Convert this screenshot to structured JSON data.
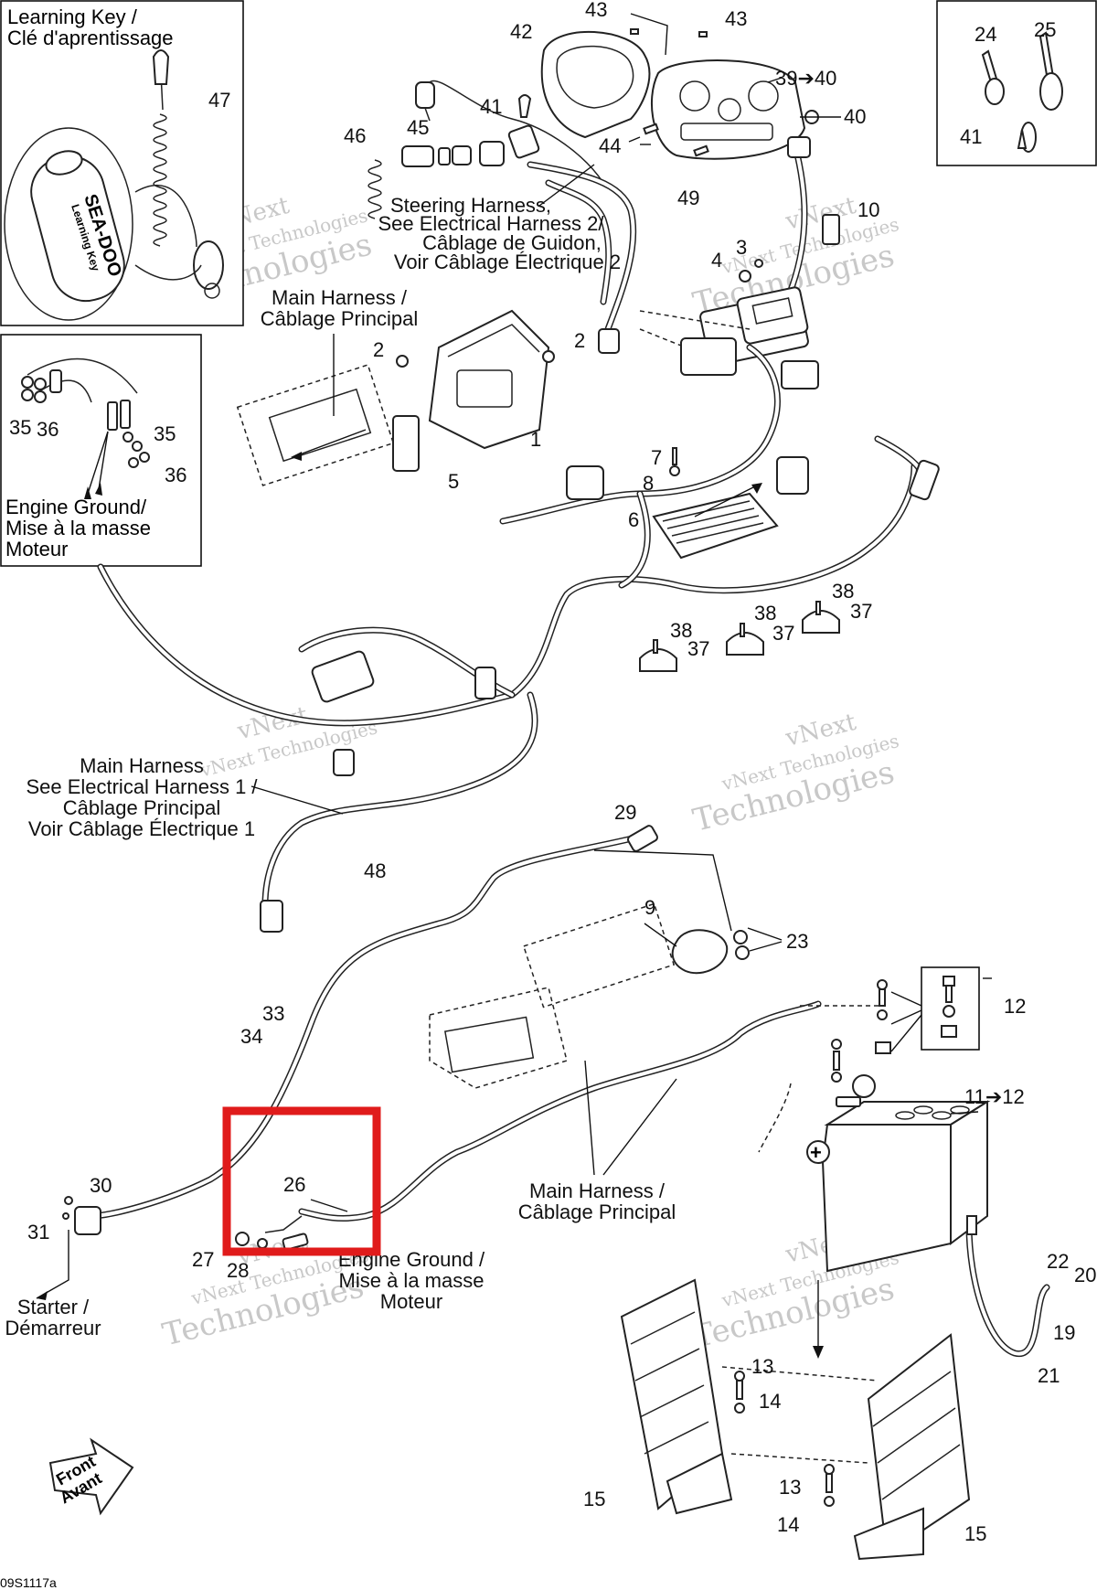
{
  "drawing_code": "09S1117a",
  "colors": {
    "highlight": "#e01b1b",
    "ink": "#111111",
    "watermark": "#c8c8c8"
  },
  "inset_learning_key": {
    "title_en": "Learning Key /",
    "title_fr": "Clé d'aprentissage",
    "logo": "SEA-DOO",
    "key_text": "Learning Key"
  },
  "inset_ground": {
    "line1": "Engine Ground/",
    "line2": "Mise à la masse",
    "line3": "Moteur"
  },
  "labels": {
    "steering_harness": [
      "Steering Harness,",
      "See Electrical Harness 2/",
      "Câblage de Guidon,",
      "Voir Câblage Électrique 2"
    ],
    "main_harness_top": [
      "Main Harness /",
      "Câblage Principal"
    ],
    "main_harness_left": [
      "Main Harness",
      "See Electrical Harness 1 /",
      "Câblage Principal",
      "Voir Câblage Électrique 1"
    ],
    "main_harness_bottom": [
      "Main Harness /",
      "Câblage Principal"
    ],
    "engine_ground": [
      "Engine Ground /",
      "Mise à la masse",
      "Moteur"
    ],
    "starter": [
      "Starter /",
      "Démarreur"
    ],
    "front": [
      "Front",
      "Avant"
    ]
  },
  "battery_terminals": {
    "positive": "+",
    "negative": "−"
  },
  "watermark": [
    "vNext",
    "vNext Technologies",
    "Technologies"
  ],
  "callouts": [
    {
      "id": "47",
      "text": "47"
    },
    {
      "id": "43a",
      "text": "43"
    },
    {
      "id": "43b",
      "text": "43"
    },
    {
      "id": "42",
      "text": "42"
    },
    {
      "id": "39-40",
      "text": "39➔40"
    },
    {
      "id": "40",
      "text": "40"
    },
    {
      "id": "41",
      "text": "41"
    },
    {
      "id": "44",
      "text": "44"
    },
    {
      "id": "46",
      "text": "46"
    },
    {
      "id": "45",
      "text": "45"
    },
    {
      "id": "49",
      "text": "49"
    },
    {
      "id": "10",
      "text": "10"
    },
    {
      "id": "3",
      "text": "3"
    },
    {
      "id": "4",
      "text": "4"
    },
    {
      "id": "24",
      "text": "24"
    },
    {
      "id": "25",
      "text": "25"
    },
    {
      "id": "41b",
      "text": "41"
    },
    {
      "id": "2a",
      "text": "2"
    },
    {
      "id": "2b",
      "text": "2"
    },
    {
      "id": "1",
      "text": "1"
    },
    {
      "id": "5",
      "text": "5"
    },
    {
      "id": "35a",
      "text": "35"
    },
    {
      "id": "36a",
      "text": "36"
    },
    {
      "id": "35b",
      "text": "35"
    },
    {
      "id": "36b",
      "text": "36"
    },
    {
      "id": "7",
      "text": "7"
    },
    {
      "id": "8",
      "text": "8"
    },
    {
      "id": "6",
      "text": "6"
    },
    {
      "id": "38a",
      "text": "38"
    },
    {
      "id": "37a",
      "text": "37"
    },
    {
      "id": "38b",
      "text": "38"
    },
    {
      "id": "37b",
      "text": "37"
    },
    {
      "id": "38c",
      "text": "38"
    },
    {
      "id": "37c",
      "text": "37"
    },
    {
      "id": "48",
      "text": "48"
    },
    {
      "id": "29",
      "text": "29"
    },
    {
      "id": "9",
      "text": "9"
    },
    {
      "id": "23",
      "text": "23"
    },
    {
      "id": "33",
      "text": "33"
    },
    {
      "id": "34",
      "text": "34"
    },
    {
      "id": "12",
      "text": "12"
    },
    {
      "id": "11-12",
      "text": "11➔12"
    },
    {
      "id": "30",
      "text": "30"
    },
    {
      "id": "31",
      "text": "31"
    },
    {
      "id": "26",
      "text": "26"
    },
    {
      "id": "27",
      "text": "27"
    },
    {
      "id": "28",
      "text": "28"
    },
    {
      "id": "22",
      "text": "22"
    },
    {
      "id": "20",
      "text": "20"
    },
    {
      "id": "19",
      "text": "19"
    },
    {
      "id": "21",
      "text": "21"
    },
    {
      "id": "13a",
      "text": "13"
    },
    {
      "id": "14a",
      "text": "14"
    },
    {
      "id": "13b",
      "text": "13"
    },
    {
      "id": "14b",
      "text": "14"
    },
    {
      "id": "15a",
      "text": "15"
    },
    {
      "id": "15b",
      "text": "15"
    }
  ]
}
